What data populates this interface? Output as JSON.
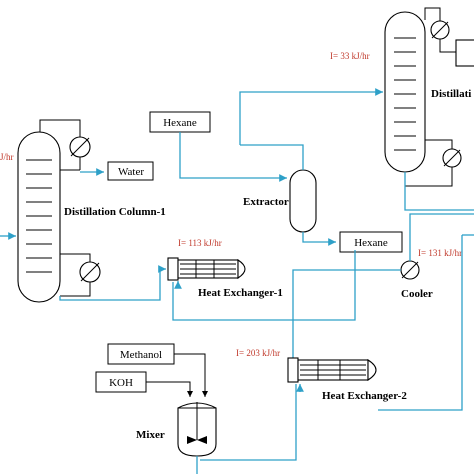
{
  "units": {
    "distillation_column_1": "Distillation Column-1",
    "distillation_column_2": "Distillati",
    "extractor": "Extractor",
    "heat_exchanger_1": "Heat Exchanger-1",
    "heat_exchanger_2": "Heat Exchanger-2",
    "cooler": "Cooler",
    "mixer": "Mixer"
  },
  "streams": {
    "water": "Water",
    "hexane_in": "Hexane",
    "hexane_out": "Hexane",
    "methanol": "Methanol",
    "koh": "KOH"
  },
  "duties": {
    "column1": "J/hr",
    "column2": "I= 33 kJ/hr",
    "hx1": "I= 113 kJ/hr",
    "cooler": "I= 131 kJ/hr",
    "hx2": "I= 203 kJ/hr"
  },
  "colors": {
    "stream_line": "#2ea0c8",
    "duty_text": "#c0392b"
  }
}
